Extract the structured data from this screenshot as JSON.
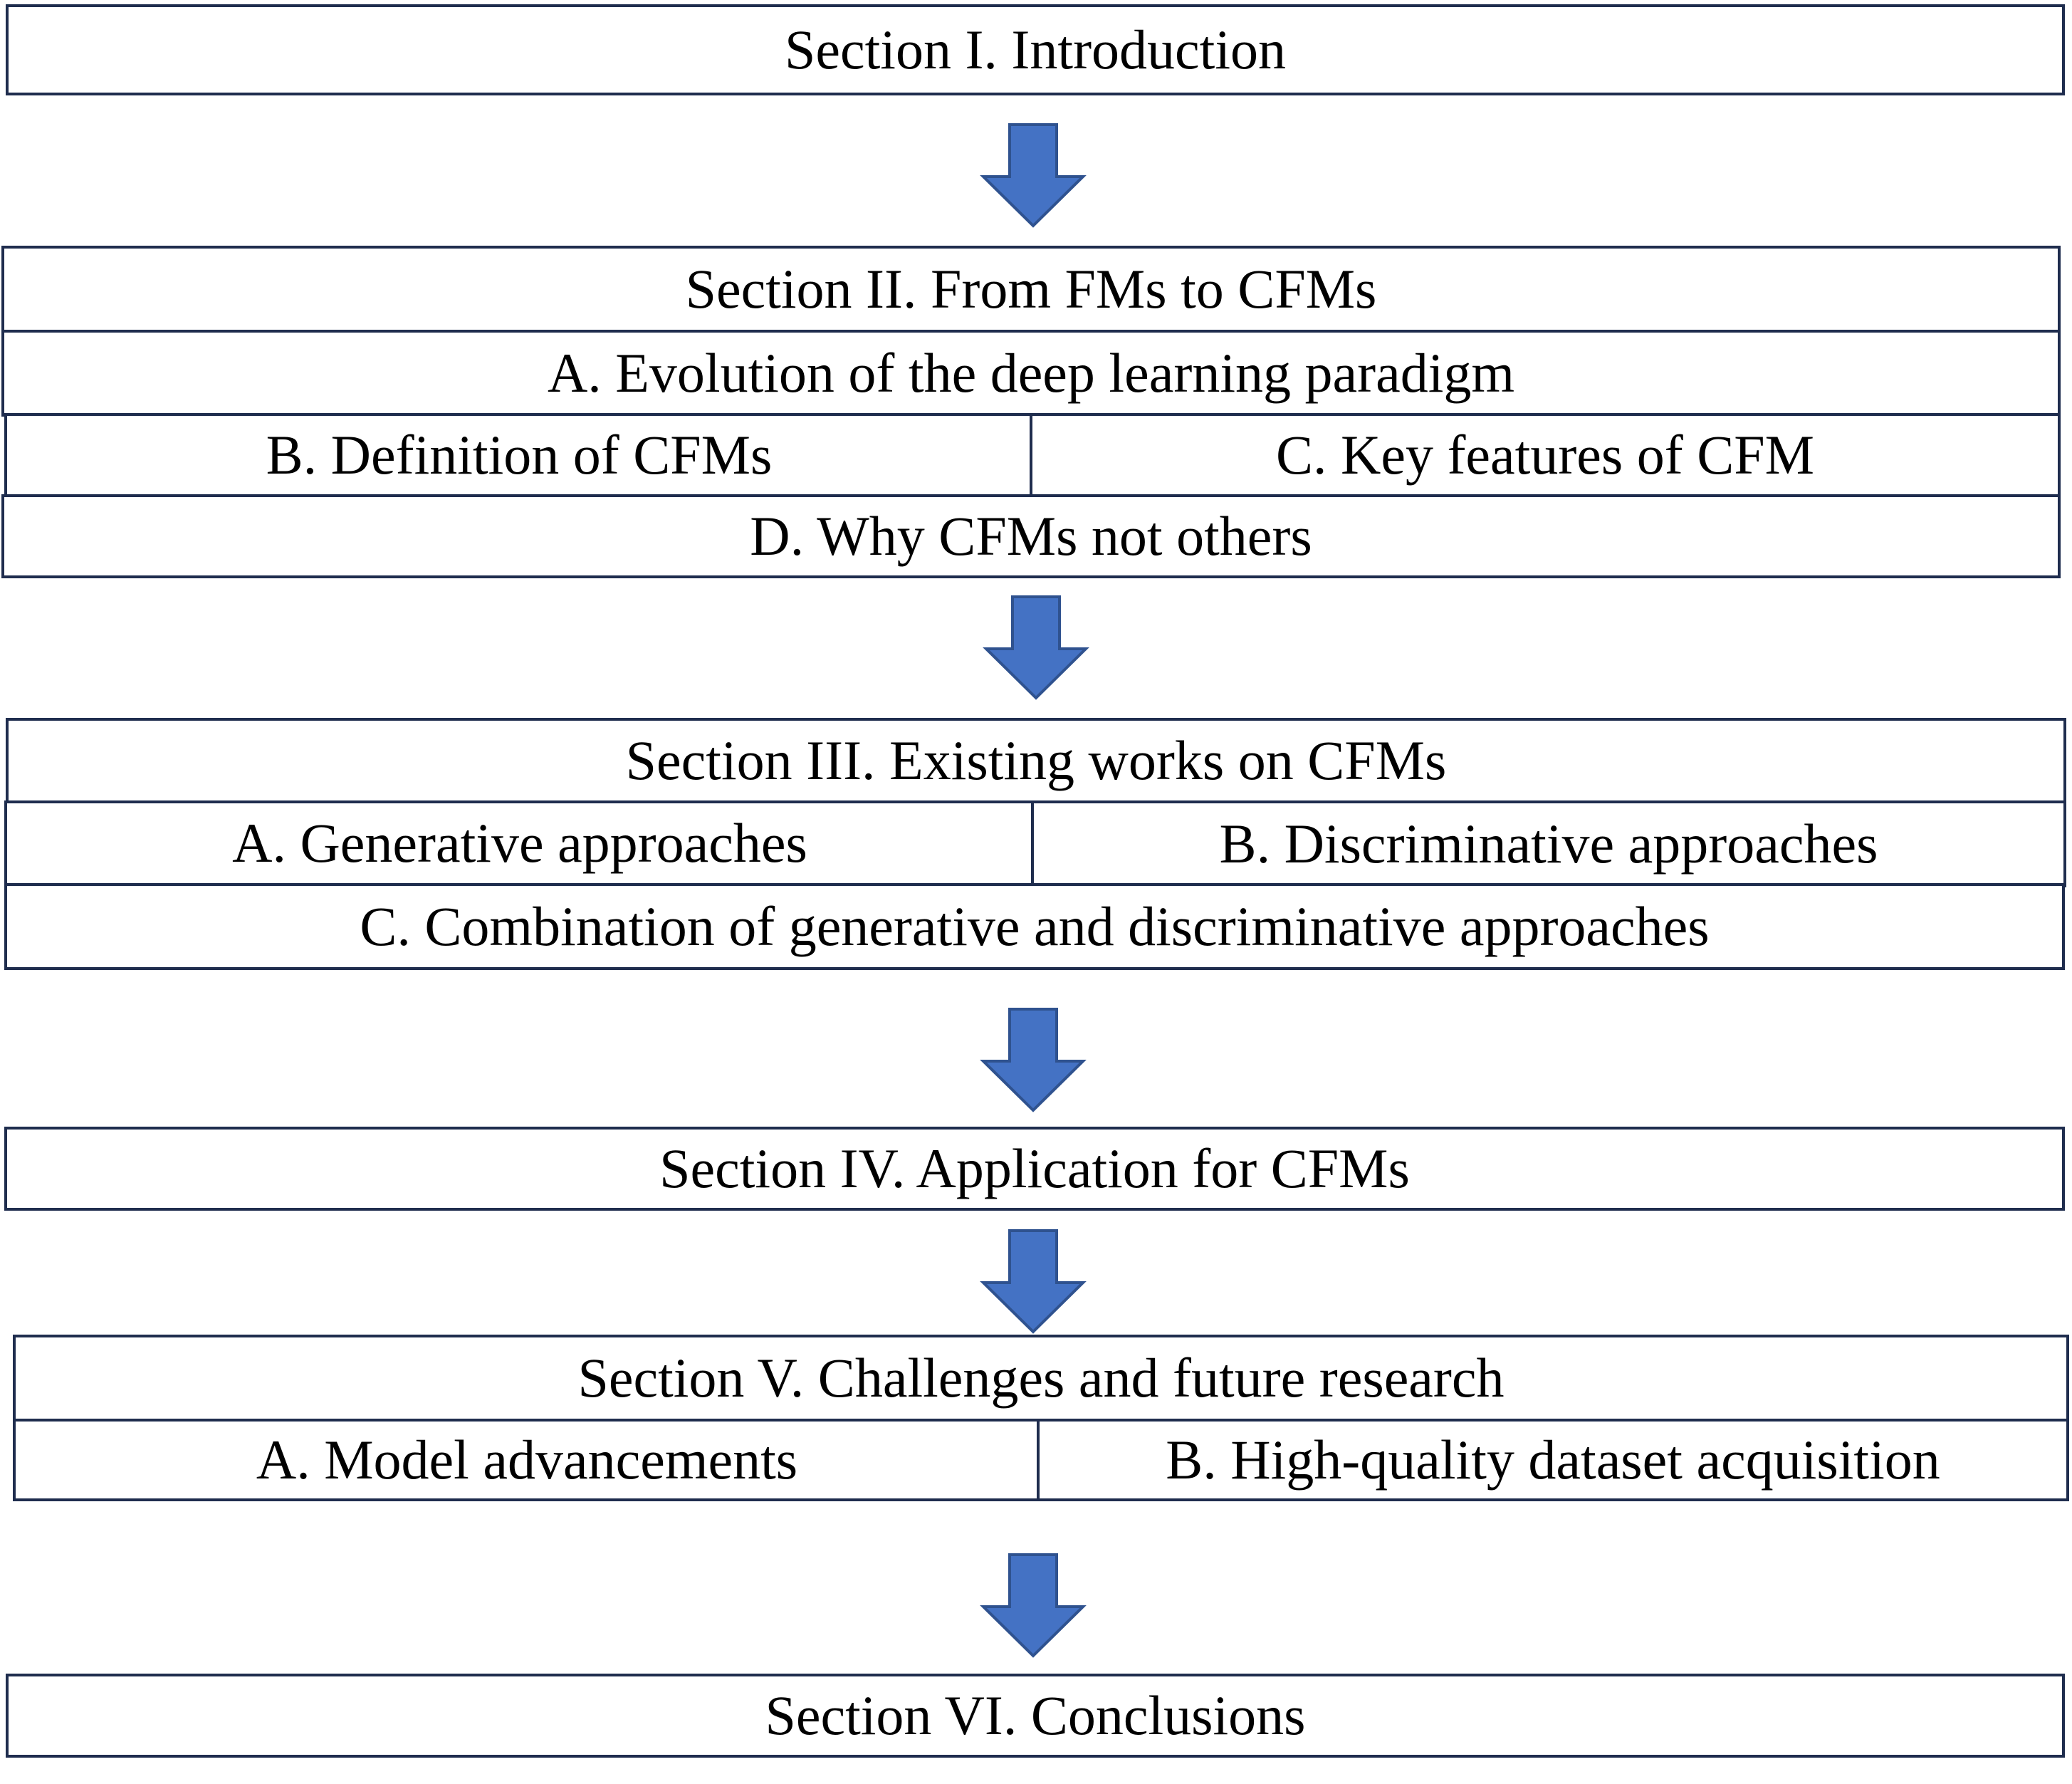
{
  "colors": {
    "box_border": "#1f2d4e",
    "arrow_fill": "#4472c4",
    "arrow_stroke": "#2f528f"
  },
  "sections": {
    "s1": {
      "title": "Section I. Introduction"
    },
    "s2": {
      "title": "Section II. From FMs to CFMs",
      "a": "A. Evolution of the deep learning paradigm",
      "b": "B. Definition of CFMs",
      "c": "C. Key features of CFM",
      "d": "D. Why CFMs not others"
    },
    "s3": {
      "title": "Section III. Existing works on CFMs",
      "a": "A. Generative approaches",
      "b": "B. Discriminative approaches",
      "c": "C. Combination of generative and discriminative approaches"
    },
    "s4": {
      "title": "Section IV. Application for CFMs"
    },
    "s5": {
      "title": "Section V. Challenges and future research",
      "a": "A. Model advancements",
      "b": "B. High-quality dataset acquisition"
    },
    "s6": {
      "title": "Section VI. Conclusions"
    }
  }
}
